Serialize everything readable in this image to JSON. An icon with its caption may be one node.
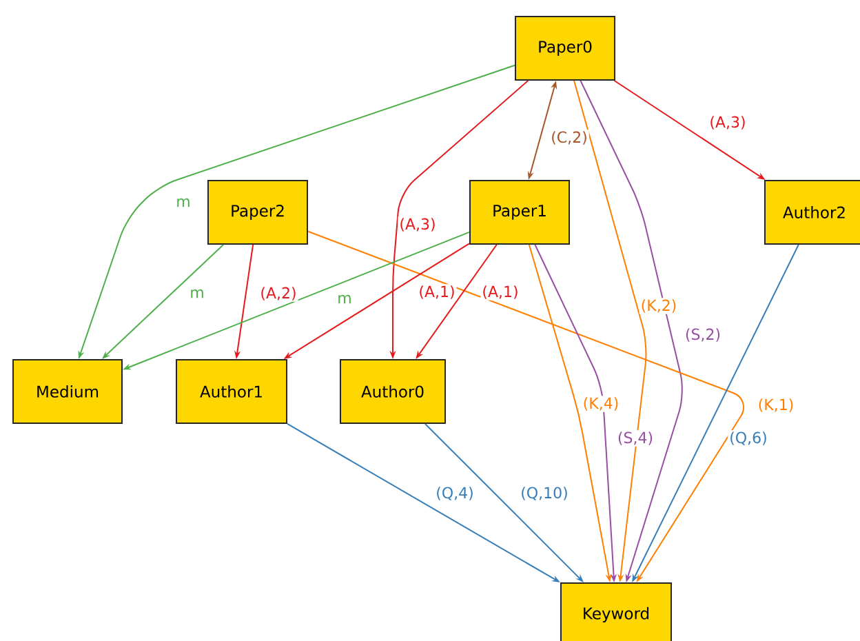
{
  "diagram": {
    "nodes": [
      {
        "text": [
          "Paper0"
        ]
      },
      {
        "text": [
          "Paper2"
        ]
      },
      {
        "text": [
          "Paper1"
        ]
      },
      {
        "text": [
          "Author2"
        ]
      },
      {
        "text": [
          "Medium"
        ]
      },
      {
        "text": [
          "Author1"
        ]
      },
      {
        "text": [
          "Author0"
        ]
      },
      {
        "text": [
          "Keyword"
        ]
      }
    ],
    "edges": [
      {
        "from": 0,
        "to": 4,
        "arrow": "to",
        "label": "m",
        "color": "#4daf4a"
      },
      {
        "from": 0,
        "to": 6,
        "arrow": "to",
        "label": "(A,3)",
        "color": "#e41a1c"
      },
      {
        "from": 0,
        "to": 2,
        "arrow": "both",
        "label": "(C,2)",
        "color": "#a65628"
      },
      {
        "from": 0,
        "to": 3,
        "arrow": "to",
        "label": "(A,3)",
        "color": "#e41a1c"
      },
      {
        "from": 0,
        "to": 7,
        "arrow": "to",
        "label": "(K,2)",
        "color": "#ff7f00"
      },
      {
        "from": 0,
        "to": 7,
        "arrow": "to",
        "label": "(S,2)",
        "color": "#984ea3"
      },
      {
        "from": 1,
        "to": 4,
        "arrow": "to",
        "label": "m",
        "color": "#4daf4a"
      },
      {
        "from": 1,
        "to": 5,
        "arrow": "to",
        "label": "(A,2)",
        "color": "#e41a1c"
      },
      {
        "from": 1,
        "to": 7,
        "arrow": "to",
        "label": "(K,1)",
        "color": "#ff7f00"
      },
      {
        "from": 2,
        "to": 4,
        "arrow": "to",
        "label": "m",
        "color": "#4daf4a"
      },
      {
        "from": 2,
        "to": 5,
        "arrow": "to",
        "label": "(A,1)",
        "color": "#e41a1c"
      },
      {
        "from": 2,
        "to": 6,
        "arrow": "to",
        "label": "(A,1)",
        "color": "#e41a1c"
      },
      {
        "from": 2,
        "to": 7,
        "arrow": "to",
        "label": "(K,4)",
        "color": "#ff7f00"
      },
      {
        "from": 2,
        "to": 7,
        "arrow": "to",
        "label": "(S,4)",
        "color": "#984ea3"
      },
      {
        "from": 5,
        "to": 7,
        "arrow": "to",
        "label": "(Q,4)",
        "color": "#377eb8"
      },
      {
        "from": 6,
        "to": 7,
        "arrow": "to",
        "label": "(Q,10)",
        "color": "#377eb8"
      },
      {
        "from": 3,
        "to": 7,
        "arrow": "to",
        "label": "(Q,6)",
        "color": "#377eb8"
      }
    ]
  }
}
